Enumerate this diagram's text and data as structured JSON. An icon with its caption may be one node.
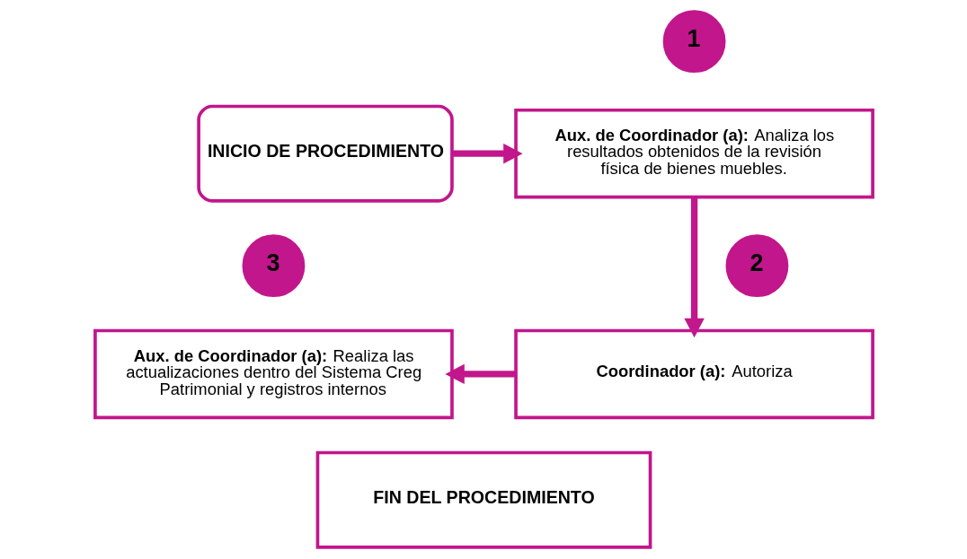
{
  "diagram": {
    "nodes": [
      {
        "text": [
          "1"
        ]
      },
      {
        "text": [
          "INICIO DE PROCEDIMIENTO"
        ]
      },
      {
        "text": [
          "**Aux. de Coordinador (a):** Analiza los resultados obtenidos de la revisión física de bienes muebles."
        ]
      },
      {
        "text": [
          "3"
        ]
      },
      {
        "text": [
          "2"
        ]
      },
      {
        "text": [
          "**Aux. de Coordinador (a):** Realiza las actualizaciones dentro del Sistema Creg Patrimonial y registros internos"
        ]
      },
      {
        "text": [
          "**Coordinador (a):** Autoriza"
        ]
      },
      {
        "text": [
          "FIN DEL PROCEDIMIENTO"
        ]
      }
    ],
    "edges": [
      {
        "from": 1,
        "to": 2,
        "arrow": "to"
      },
      {
        "from": 2,
        "to": 6,
        "arrow": "to"
      },
      {
        "from": 6,
        "to": 5,
        "arrow": "to"
      }
    ]
  }
}
